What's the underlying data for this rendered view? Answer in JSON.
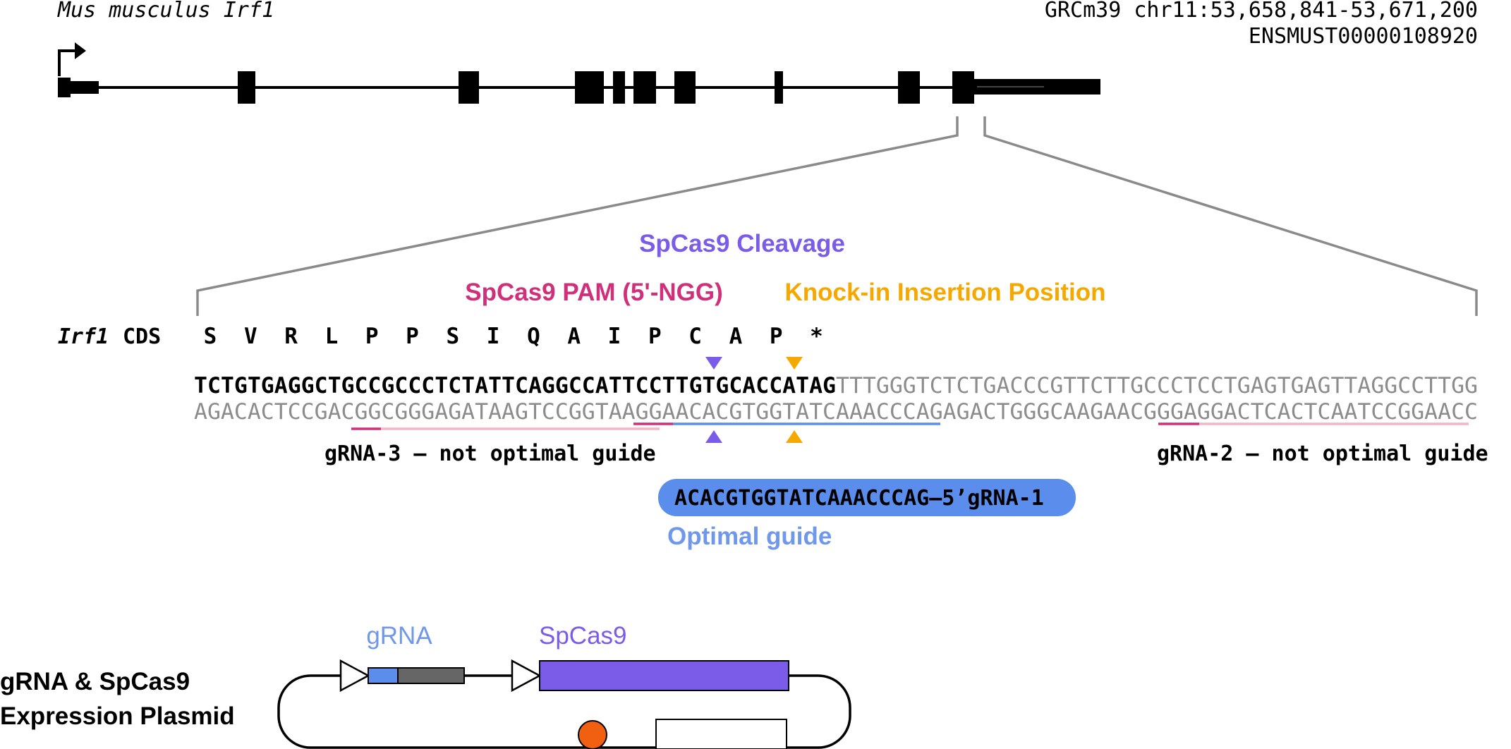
{
  "header": {
    "species_gene": "Mus musculus Irf1",
    "coords": "GRCm39 chr11:53,658,841-53,671,200",
    "transcript": "ENSMUST00000108920"
  },
  "labels": {
    "cleavage": "SpCas9 Cleavage",
    "pam": "SpCas9 PAM (5'-NGG)",
    "knockin": "Knock-in Insertion Position",
    "cds_gene": "Irf1",
    "cds_word": "CDS",
    "amino_acids": [
      "S",
      "V",
      "R",
      "L",
      "P",
      "P",
      "S",
      "I",
      "Q",
      "A",
      "I",
      "P",
      "C",
      "A",
      "P",
      "*"
    ]
  },
  "sequence": {
    "top_coding": "TCTGTGAGGCTGCCGCCCTCTATTCAGGCCATTCCTTGTGCACCATAG",
    "top_utr": "TTTGGGTCTCTGACCCGTTCTTGCCCTCCTGAGTGAGTTAGGCCTTGG",
    "bottom": "AGACACTCCGACGGCGGGAGATAAGTCCGGTAAGGAACACGTGGTATCAAACCCAGAGACTGGGCAAGAACGGGAGGACTCACTCAATCCGGAACC"
  },
  "guides": {
    "grna3": "gRNA-3 – not optimal guide",
    "grna2": "gRNA-2 – not optimal guide",
    "grna1_seq": "ACACGTGGTATCAAACCCAG–5’gRNA-1",
    "optimal": "Optimal guide"
  },
  "plasmid": {
    "title_line1": "gRNA & SpCas9",
    "title_line2": "Expression Plasmid",
    "grna_label": "gRNA",
    "cas9_label": "SpCas9"
  },
  "colors": {
    "black": "#000000",
    "grey_seq": "#8c8c8c",
    "purple": "#7a5ce8",
    "magenta": "#d0307a",
    "orange": "#f5a800",
    "blue": "#5b8ded",
    "light_blue": "#6f98ea",
    "pink": "#f3b6c6",
    "origin": "#f06010",
    "connector": "#8a8a8a"
  }
}
